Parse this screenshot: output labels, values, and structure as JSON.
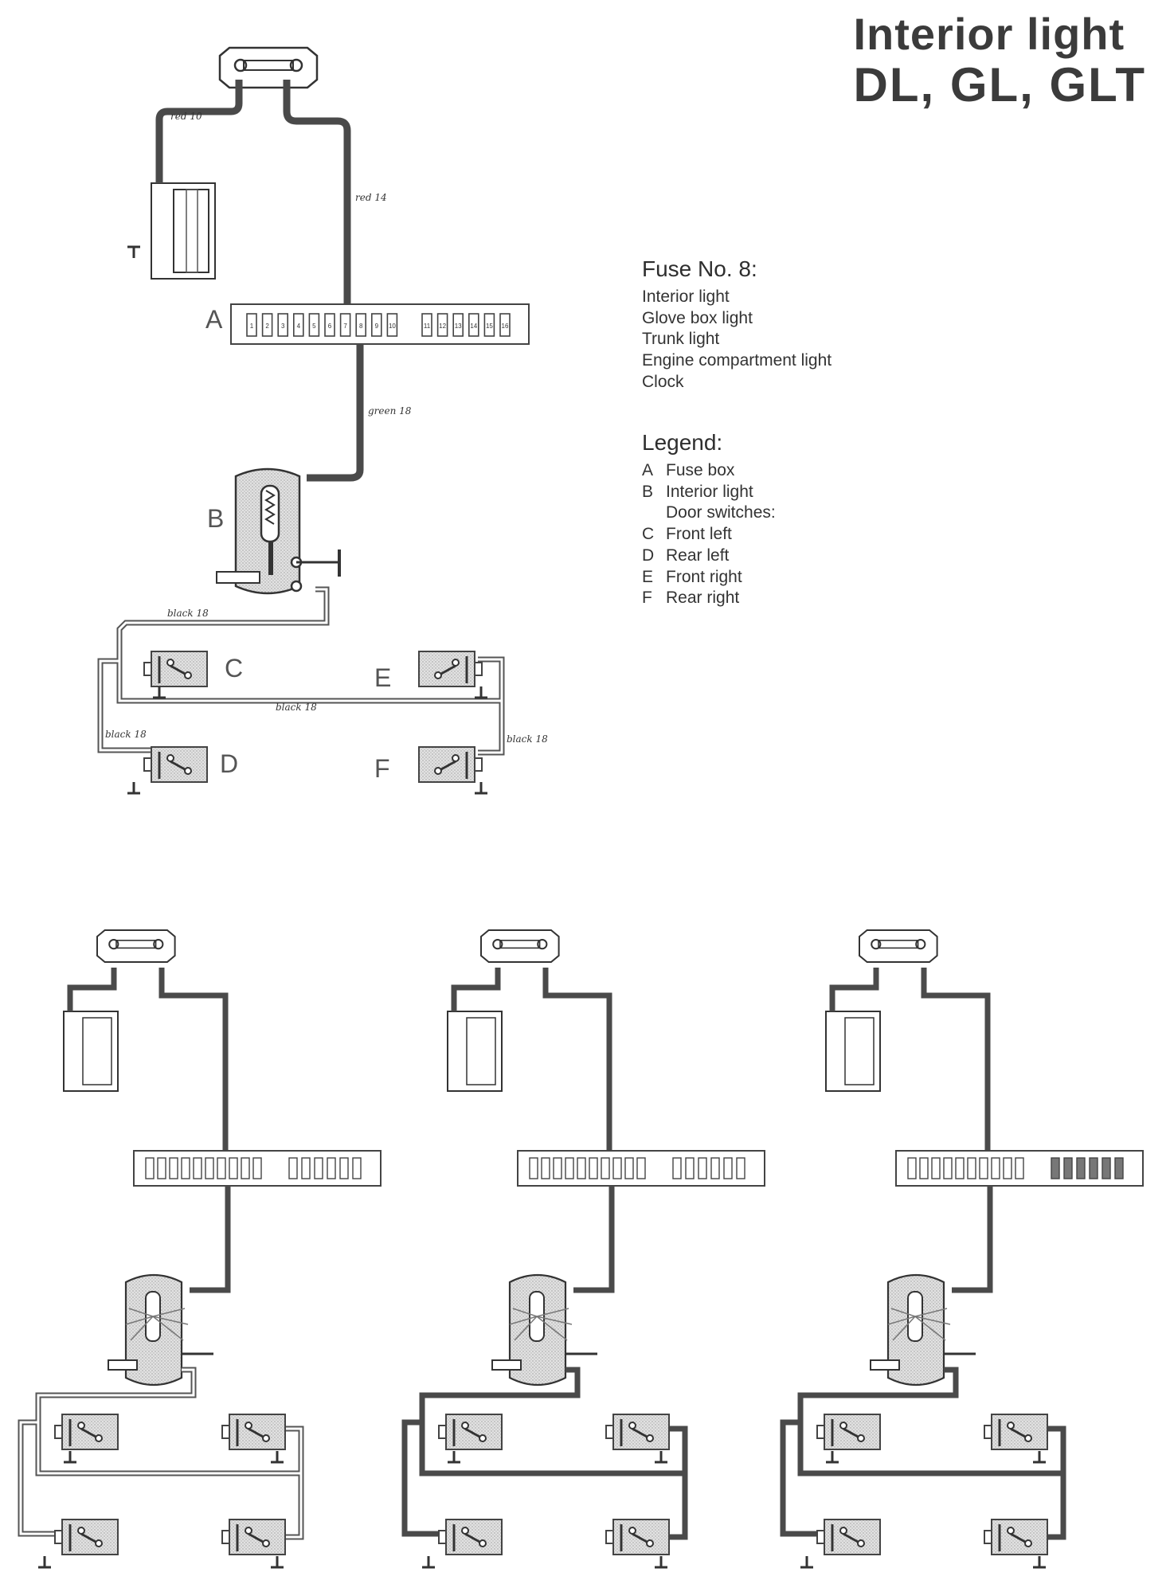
{
  "title": {
    "line1": "Interior light",
    "line2": "DL, GL, GLT"
  },
  "fuse_info": {
    "heading": "Fuse No. 8:",
    "items": [
      "Interior light",
      "Glove box light",
      "Trunk light",
      "Engine compartment light",
      "Clock"
    ]
  },
  "legend": {
    "heading": "Legend:",
    "entries": [
      {
        "key": "A",
        "label": "Fuse box"
      },
      {
        "key": "B",
        "label": "Interior light"
      }
    ],
    "subheading": "Door switches:",
    "switches": [
      {
        "key": "C",
        "label": "Front left"
      },
      {
        "key": "D",
        "label": "Rear left"
      },
      {
        "key": "E",
        "label": "Front right"
      },
      {
        "key": "F",
        "label": "Rear right"
      }
    ]
  },
  "diagram": {
    "component_letters": {
      "A": "A",
      "B": "B",
      "C": "C",
      "D": "D",
      "E": "E",
      "F": "F"
    },
    "wire_labels": {
      "red_10": "red 10",
      "red_14": "red 14",
      "green_18": "green 18",
      "black_18_top": "black 18",
      "black_18_mid": "black 18",
      "black_18_left": "black 18",
      "black_18_right": "black 18"
    },
    "fuse_numbers": [
      "1",
      "2",
      "3",
      "4",
      "5",
      "6",
      "7",
      "8",
      "9",
      "10",
      "11",
      "12",
      "13",
      "14",
      "15",
      "16"
    ],
    "colors": {
      "wire_dark": "#4a4a4a",
      "wire_outline": "#555555",
      "component_fill": "#dcdcdc"
    }
  }
}
